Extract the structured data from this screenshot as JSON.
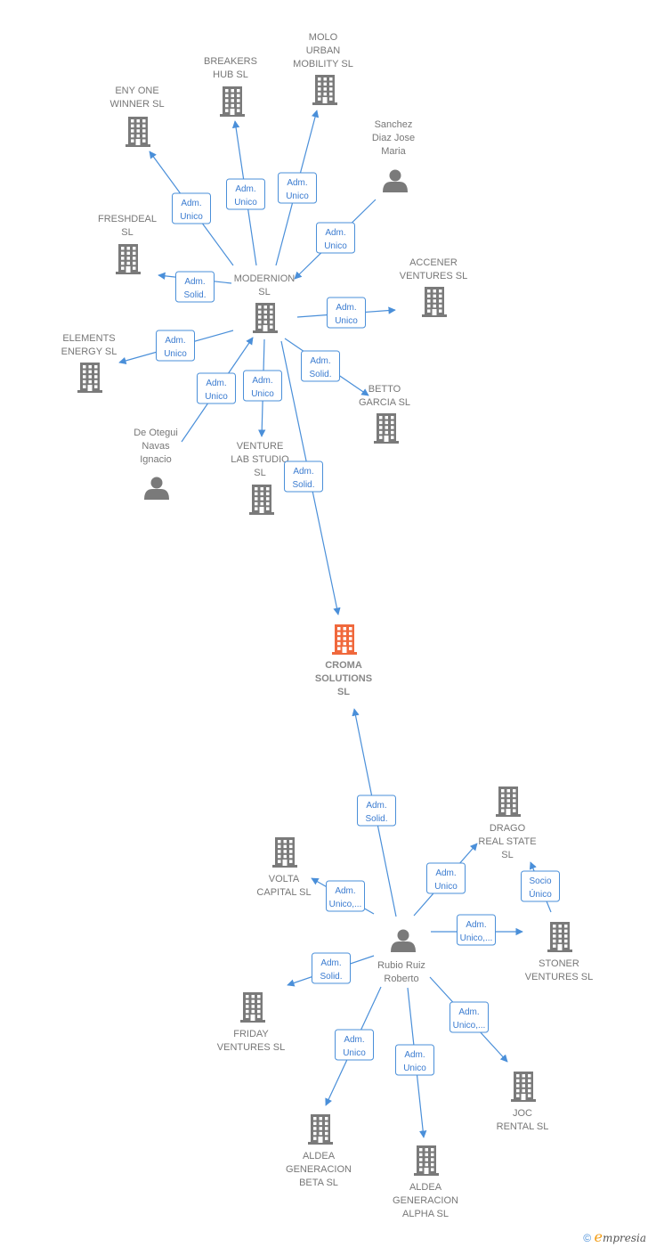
{
  "colors": {
    "edge": "#4a8fd9",
    "company": "#7a7a7a",
    "focus": "#f0683c",
    "person": "#7a7a7a"
  },
  "nodes": [
    {
      "id": "croma",
      "type": "company-focus",
      "label": [
        "CROMA",
        "SOLUTIONS",
        "SL"
      ]
    },
    {
      "id": "modernion",
      "type": "company",
      "label": [
        "MODERNION",
        "SL"
      ]
    },
    {
      "id": "molo",
      "type": "company",
      "label": [
        "MOLO",
        "URBAN",
        "MOBILITY  SL"
      ]
    },
    {
      "id": "breakers",
      "type": "company",
      "label": [
        "BREAKERS",
        "HUB  SL"
      ]
    },
    {
      "id": "eny",
      "type": "company",
      "label": [
        "ENY ONE",
        "WINNER  SL"
      ]
    },
    {
      "id": "sanchez",
      "type": "person",
      "label": [
        "Sanchez",
        "Diaz Jose",
        "Maria"
      ]
    },
    {
      "id": "freshdeal",
      "type": "company",
      "label": [
        "FRESHDEAL",
        "SL"
      ]
    },
    {
      "id": "accener",
      "type": "company",
      "label": [
        "ACCENER",
        "VENTURES  SL"
      ]
    },
    {
      "id": "elements",
      "type": "company",
      "label": [
        "ELEMENTS",
        "ENERGY SL"
      ]
    },
    {
      "id": "betto",
      "type": "company",
      "label": [
        "BETTO",
        "GARCIA  SL"
      ]
    },
    {
      "id": "deotegui",
      "type": "person",
      "label": [
        "De Otegui",
        "Navas",
        "Ignacio"
      ]
    },
    {
      "id": "venture",
      "type": "company",
      "label": [
        "VENTURE",
        "LAB STUDIO",
        "SL"
      ]
    },
    {
      "id": "drago",
      "type": "company",
      "label": [
        "DRAGO",
        "REAL STATE",
        "SL"
      ]
    },
    {
      "id": "volta",
      "type": "company",
      "label": [
        "VOLTA",
        "CAPITAL  SL"
      ]
    },
    {
      "id": "stoner",
      "type": "company",
      "label": [
        "STONER",
        "VENTURES  SL"
      ]
    },
    {
      "id": "rubio",
      "type": "person",
      "label": [
        "Rubio Ruiz",
        "Roberto"
      ]
    },
    {
      "id": "friday",
      "type": "company",
      "label": [
        "FRIDAY",
        "VENTURES  SL"
      ]
    },
    {
      "id": "joc",
      "type": "company",
      "label": [
        "JOC",
        "RENTAL  SL"
      ]
    },
    {
      "id": "aldea_beta",
      "type": "company",
      "label": [
        "ALDEA",
        "GENERACION",
        "BETA  SL"
      ]
    },
    {
      "id": "aldea_alpha",
      "type": "company",
      "label": [
        "ALDEA",
        "GENERACION",
        "ALPHA  SL"
      ]
    }
  ],
  "edges": [
    {
      "from": "modernion",
      "to": "croma",
      "label": [
        "Adm.",
        "Solid."
      ]
    },
    {
      "from": "modernion",
      "to": "molo",
      "label": [
        "Adm.",
        "Unico"
      ]
    },
    {
      "from": "modernion",
      "to": "breakers",
      "label": [
        "Adm.",
        "Unico"
      ]
    },
    {
      "from": "modernion",
      "to": "eny",
      "label": [
        "Adm.",
        "Unico"
      ]
    },
    {
      "from": "sanchez",
      "to": "modernion",
      "label": [
        "Adm.",
        "Unico"
      ]
    },
    {
      "from": "modernion",
      "to": "freshdeal",
      "label": [
        "Adm.",
        "Solid."
      ]
    },
    {
      "from": "modernion",
      "to": "accener",
      "label": [
        "Adm.",
        "Unico"
      ]
    },
    {
      "from": "modernion",
      "to": "elements",
      "label": [
        "Adm.",
        "Unico"
      ]
    },
    {
      "from": "modernion",
      "to": "betto",
      "label": [
        "Adm.",
        "Solid."
      ]
    },
    {
      "from": "deotegui",
      "to": "modernion",
      "label": [
        "Adm.",
        "Unico"
      ]
    },
    {
      "from": "modernion",
      "to": "venture",
      "label": [
        "Adm.",
        "Unico"
      ]
    },
    {
      "from": "rubio",
      "to": "croma",
      "label": [
        "Adm.",
        "Solid."
      ]
    },
    {
      "from": "rubio",
      "to": "drago",
      "label": [
        "Adm.",
        "Unico"
      ]
    },
    {
      "from": "stoner",
      "to": "drago",
      "label": [
        "Socio",
        "Único"
      ]
    },
    {
      "from": "rubio",
      "to": "volta",
      "label": [
        "Adm.",
        "Unico,..."
      ]
    },
    {
      "from": "rubio",
      "to": "stoner",
      "label": [
        "Adm.",
        "Unico,..."
      ]
    },
    {
      "from": "rubio",
      "to": "friday",
      "label": [
        "Adm.",
        "Solid."
      ]
    },
    {
      "from": "rubio",
      "to": "joc",
      "label": [
        "Adm.",
        "Unico,..."
      ]
    },
    {
      "from": "rubio",
      "to": "aldea_beta",
      "label": [
        "Adm.",
        "Unico"
      ]
    },
    {
      "from": "rubio",
      "to": "aldea_alpha",
      "label": [
        "Adm.",
        "Unico"
      ]
    }
  ],
  "footer": {
    "copyright": "©",
    "brand_initial": "e",
    "brand_rest": "mpresia"
  }
}
